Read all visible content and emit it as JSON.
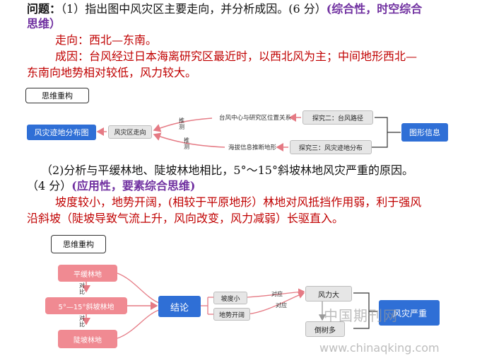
{
  "q1": {
    "label": "问题：",
    "text": "（1）指出图中风灾区主要走向，并分析成因。(6 分）",
    "tag1": "(综合性，时空综合",
    "tag2": "思维）",
    "ans_dir": "走向：西北—东南。",
    "ans_cause1": "成因：台风经过日本海离研究区最近时，以西北风为主；中间地形西北—",
    "ans_cause2": "东南向地势相对较低，风力较大。"
  },
  "diagram1": {
    "title": "思维重构",
    "left_box": "风灾迹地分布图",
    "mid_box": "风灾区走向",
    "upper_note": "台风中心与研究区位置关系",
    "lower_note": "海拔信息推断地形",
    "upper_arrow_label": "推测",
    "lower_arrow_label": "推测",
    "explore2": "探究二：台风路径",
    "explore3": "探究三：风灾迹地分布",
    "right_box": "图形信息"
  },
  "q2": {
    "text1": "（2)分析与平缓林地、陡坡林地相比，5°～15°斜坡林地风灾严重的原因。",
    "text2a": "（4 分）",
    "tag": "(应用性，要素综合思维)",
    "ans1": "坡度较小，地势开阔，(相较于平原地形）林地对风抵挡作用弱，利于强风",
    "ans2": "沿斜坡（陡坡导致气流上升，风向改变，风力减弱）长驱直入。"
  },
  "diagram2": {
    "title": "思维重构",
    "pink1": "平缓林地",
    "pink2": "5°—15°斜坡林地",
    "pink3": "陡坡林地",
    "compare1": "对比",
    "compare2": "对比",
    "conclusion": "结论",
    "slope_small": "坡度小",
    "open_terrain": "地势开阔",
    "reason_label1": "对应",
    "reason_label2": "对应",
    "wind_strong": "风力大",
    "trees_fall": "倒树多",
    "result": "风灾严重"
  },
  "watermark": {
    "cn": "中国期刊网",
    "url": "www.chinaqking.com"
  }
}
